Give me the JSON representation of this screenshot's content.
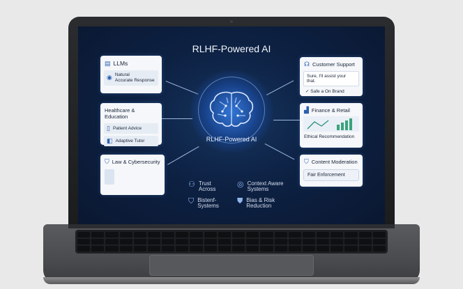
{
  "screen": {
    "title": "RLHF-Powered AI",
    "center_label": "RLHF-Powered AI",
    "cards": {
      "llms": {
        "title": "LLMs",
        "icon": "message-icon",
        "row1": "Natural",
        "row2": "Accurate Response"
      },
      "healthcare": {
        "title": "Healthcare & Education",
        "row1": "Patient Advice",
        "row2": "Adaptive Tutor"
      },
      "law": {
        "title": "Law & Cybersecurity"
      },
      "support": {
        "title": "Customer Support",
        "row1": "Sure, I'll assist your that.",
        "row2": "Safe a On Brand"
      },
      "finance": {
        "title": "Finance & Retail",
        "row1": "Ethical Recommendation"
      },
      "moderation": {
        "title": "Content Moderation",
        "row1": "Fair Enforcement"
      }
    },
    "features": [
      {
        "label_1": "Trust",
        "label_2": "Across",
        "icon": "handshake-icon"
      },
      {
        "label_1": "Context Aware",
        "label_2": "Systems",
        "icon": "target-icon"
      },
      {
        "label_1": "Bistenf-",
        "label_2": "Systems",
        "icon": "shield-check-icon"
      },
      {
        "label_1": "Bias & Risk",
        "label_2": "Reduction",
        "icon": "shield-icon"
      }
    ]
  },
  "colors": {
    "accent": "#2b5fb0",
    "screen_bg": "#0d2143",
    "glow": "#3c8cff"
  }
}
